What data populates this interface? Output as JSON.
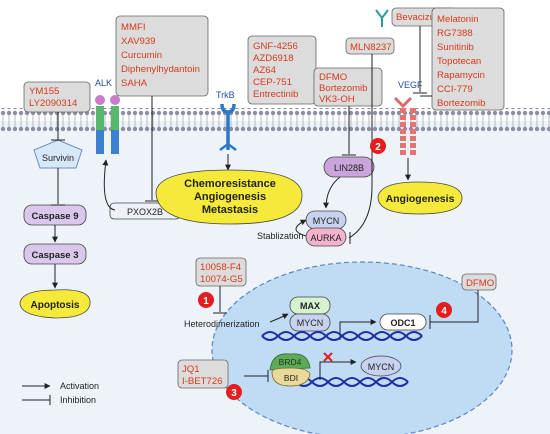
{
  "drug_boxes": {
    "survivin_inhibitors": [
      "YM155",
      "LY2090314"
    ],
    "alk_inhibitors": [
      "MMFI",
      "XAV939",
      "Curcumin",
      "Diphenylhydantoin",
      "SAHA"
    ],
    "trkb_inhibitors": [
      "GNF-4256",
      "AZD6918",
      "AZ64",
      "CEP-751",
      "Entrectinib"
    ],
    "lin28b_inhibitors": [
      "DFMO",
      "Bortezomib",
      "VK3-OH"
    ],
    "aurka_inhibitor": "MLN8237",
    "vegf_antibody": "Bevacizumab",
    "vegf_inhibitors": [
      "Melatonin",
      "RG7388",
      "Sunitinib",
      "Topotecan",
      "Rapamycin",
      "CCI-779",
      "Bortezomib"
    ],
    "heterodimerization_inhibitors": [
      "10058-F4",
      "10074-G5"
    ],
    "bet_inhibitors": [
      "JQ1",
      "I-BET726"
    ],
    "odc1_inhibitor": "DFMO"
  },
  "receptors": {
    "alk": "ALK",
    "trkb": "TrkB",
    "vegf": "VEGF"
  },
  "nodes": {
    "survivin": "Survivin",
    "caspase9": "Caspase 9",
    "caspase3": "Caspase 3",
    "apoptosis": "Apoptosis",
    "pxox2b": "PXOX2B",
    "outcomes": [
      "Chemoresistance",
      "Angiogenesis",
      "Metastasis"
    ],
    "lin28b": "LIN28B",
    "mycn": "MYCN",
    "aurka": "AURKA",
    "stablization": "Stablization",
    "angiogenesis": "Angiogenesis",
    "heterodimerization": "Heterodimerization",
    "max": "MAX",
    "mycn_nucleus": "MYCN",
    "odc1": "ODC1",
    "brd4": "BRD4",
    "bdi": "BDI",
    "mycn_gene": "MYCN"
  },
  "markers": [
    "1",
    "2",
    "3",
    "4"
  ],
  "legend": {
    "activation": "Activation",
    "inhibition": "Inhibition"
  },
  "colors": {
    "drug_text": "#d63a1a",
    "drug_box_fill": "#dcdcdc",
    "marker_fill": "#e41e1e",
    "apoptosis_fill": "#f5ea3a",
    "outcome_fill": "#f5ea3a",
    "caspase_fill": "#d9c8ec",
    "lin28b_fill": "#c9a5db",
    "mycn_fill": "#c7d3ee",
    "aurka_fill": "#f2b3cc",
    "max_fill": "#d7f2cf",
    "cell_fill": "#eef3fa",
    "nucleus_fill": "#bfdcf4",
    "dna": "#1d2fa3"
  },
  "icons": [
    "alk-receptor-icon",
    "trkb-receptor-icon",
    "vegf-receptor-icon",
    "antibody-icon",
    "survivin-pentagon-icon",
    "dna-helix-icon",
    "x-mark-icon"
  ]
}
